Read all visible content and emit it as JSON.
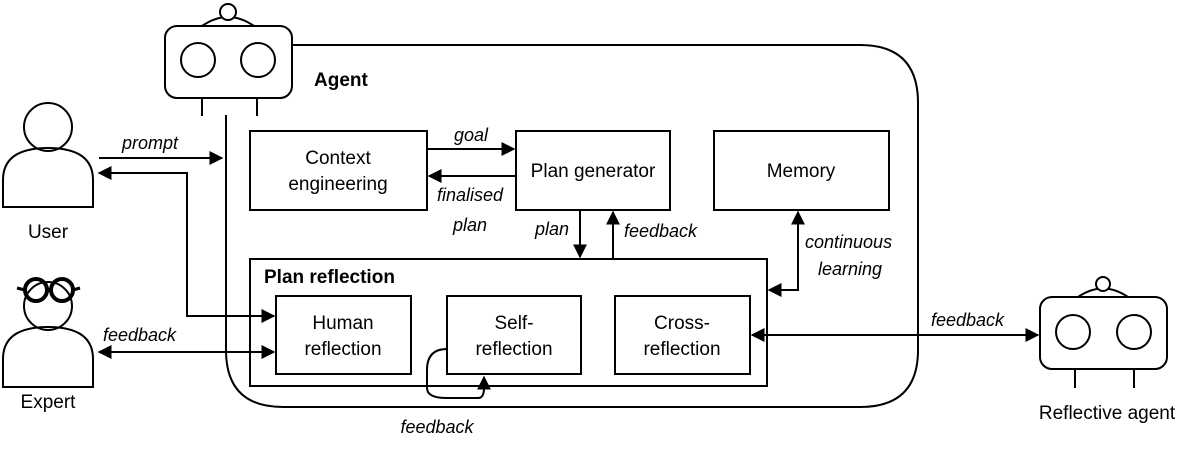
{
  "agent": {
    "title": "Agent",
    "context_engineering": [
      "Context",
      "engineering"
    ],
    "plan_generator": "Plan generator",
    "memory": "Memory",
    "plan_reflection": {
      "title": "Plan reflection",
      "human": [
        "Human",
        "reflection"
      ],
      "self": [
        "Self-",
        "reflection"
      ],
      "cross": [
        "Cross-",
        "reflection"
      ]
    }
  },
  "actors": {
    "user": "User",
    "expert": "Expert",
    "reflective_agent": "Reflective agent"
  },
  "edges": {
    "prompt": "prompt",
    "goal": "goal",
    "finalised_plan": [
      "finalised",
      "plan"
    ],
    "plan": "plan",
    "feedback_plan_generator": "feedback",
    "continuous_learning": [
      "continuous",
      "learning"
    ],
    "feedback_expert": "feedback",
    "feedback_self": "feedback",
    "feedback_reflective_agent": "feedback"
  }
}
